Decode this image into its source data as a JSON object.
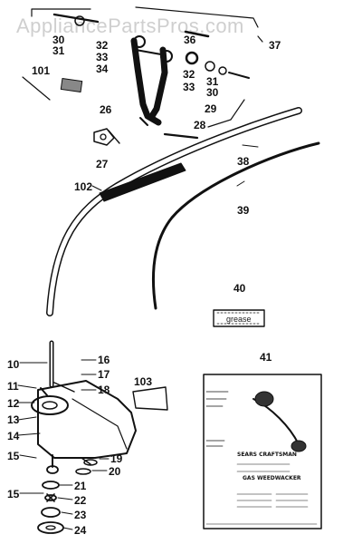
{
  "watermark": "AppliancePartsPros.com",
  "labels": {
    "l30a": "30",
    "l31a": "31",
    "l32a": "32",
    "l33a": "33",
    "l34": "34",
    "l36": "36",
    "l37": "37",
    "l101": "101",
    "l32b": "32",
    "l33b": "33",
    "l31b": "31",
    "l30b": "30",
    "l26": "26",
    "l27": "27",
    "l28": "28",
    "l29": "29",
    "l38": "38",
    "l39": "39",
    "l102": "102",
    "l40": "40",
    "l41": "41",
    "l10": "10",
    "l11": "11",
    "l12": "12",
    "l13": "13",
    "l14": "14",
    "l15a": "15",
    "l15b": "15",
    "l16": "16",
    "l17": "17",
    "l18": "18",
    "l19": "19",
    "l20": "20",
    "l21": "21",
    "l22": "22",
    "l23": "23",
    "l24": "24",
    "l103": "103"
  },
  "grease_text": "grease",
  "manual": {
    "brand_line1": "SEARS CRAFTSMAN",
    "brand_line2": "GAS WEEDWACKER"
  },
  "colors": {
    "ink": "#111111",
    "watermark": "#cfcfcf"
  }
}
